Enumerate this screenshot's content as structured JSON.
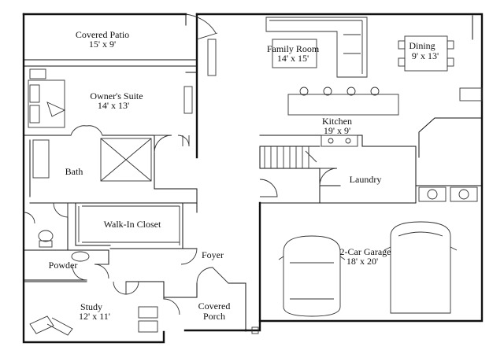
{
  "rooms": [
    {
      "id": "covered-patio",
      "name": "Covered Patio",
      "dims": "15' x 9'"
    },
    {
      "id": "family-room",
      "name": "Family Room",
      "dims": "14' x 15'"
    },
    {
      "id": "dining",
      "name": "Dining",
      "dims": "9' x 13'"
    },
    {
      "id": "owners-suite",
      "name": "Owner's Suite",
      "dims": "14' x 13'"
    },
    {
      "id": "kitchen",
      "name": "Kitchen",
      "dims": "19' x 9'"
    },
    {
      "id": "bath",
      "name": "Bath",
      "dims": ""
    },
    {
      "id": "laundry",
      "name": "Laundry",
      "dims": ""
    },
    {
      "id": "walk-in-closet",
      "name": "Walk-In Closet",
      "dims": ""
    },
    {
      "id": "foyer",
      "name": "Foyer",
      "dims": ""
    },
    {
      "id": "garage",
      "name": "2-Car Garage",
      "dims": "18' x 20'"
    },
    {
      "id": "powder",
      "name": "Powder",
      "dims": ""
    },
    {
      "id": "study",
      "name": "Study",
      "dims": "12' x 11'"
    },
    {
      "id": "covered-porch",
      "name": "Covered\nPorch",
      "dims": ""
    }
  ]
}
